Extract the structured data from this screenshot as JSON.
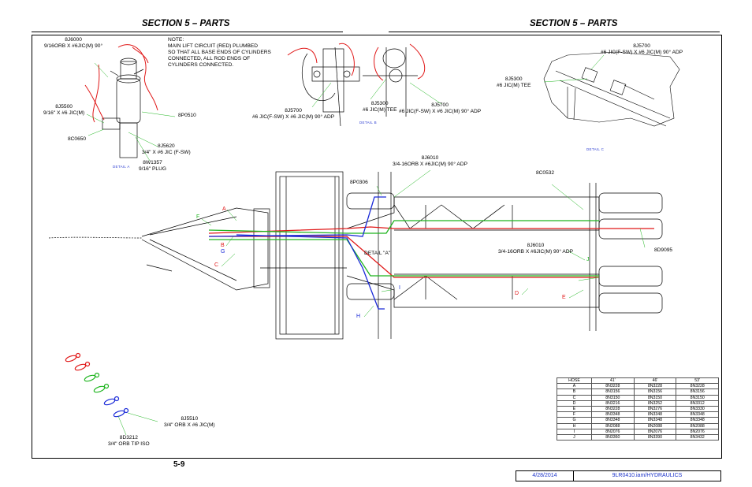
{
  "header": {
    "left_title": "SECTION 5 – PARTS",
    "right_title": "SECTION 5 – PARTS"
  },
  "note": "NOTE:\nMAIN LIFT CIRCUIT (RED) PLUMBED\nSO THAT ALL BASE ENDS OF CYLINDERS\nCONNECTED, ALL ROD ENDS OF\nCYLINDERS CONNECTED.",
  "callouts": {
    "c_8j6000": "8J6000\n9/16ORB X #6JIC(M) 90°",
    "c_8j5500": "8J5500\n9/16\" X #6 JIC(M)",
    "c_8p0510": "8P0510",
    "c_8c0650": "8C0650",
    "c_8j5620": "8J5620\n3/4\" X #6 JIC (F-SW)",
    "c_8w1357": "8W1357\n9/16\" PLUG",
    "c_8j5700_a": "8J5700\n#6 JIC(F-SW) X #6 JIC(M) 90° ADP",
    "c_8j5300_a": "8J5300\n#6 JIC(M) TEE",
    "c_8j5700_b": "8J5700\n#6 JIC(F-SW) X #6 JIC(M) 90° ADP",
    "c_8j5700_c": "8J5700\n#6 JIC(F-SW) X #6 JIC(M) 90° ADP",
    "c_8j5300_c": "8J5300\n#6 JIC(M) TEE",
    "c_8j6010_a": "8J6010\n3/4-16ORB X #6JIC(M) 90° ADP",
    "c_8p0306": "8P0306",
    "c_8c0532": "8C0532",
    "c_8j6010_b": "8J6010\n3/4-16ORB X #6JIC(M) 90° ADP",
    "c_8d9095": "8D9095",
    "c_detail_a_ref": "DETAIL \"A\"",
    "c_8j5510": "8J5510\n3/4\" ORB X #6 JIC(M)",
    "c_8d3212": "8D3212\n3/4\" ORB TIP ISO"
  },
  "details": {
    "a": "DETAIL A",
    "b": "DETAIL B",
    "c": "DETAIL C"
  },
  "letters": {
    "a": "A",
    "b": "B",
    "c": "C",
    "d": "D",
    "e": "E",
    "f": "F",
    "g": "G",
    "h": "H",
    "i": "I",
    "j": "J"
  },
  "hose_table": {
    "headers": [
      "HOSE",
      "41'",
      "46'",
      "53'"
    ],
    "rows": [
      [
        "A",
        "8N3228",
        "8N3228",
        "8N3228"
      ],
      [
        "B",
        "8N3156",
        "8N3156",
        "8N3156"
      ],
      [
        "C",
        "8N3150",
        "8N3150",
        "8N3150"
      ],
      [
        "D",
        "8N3216",
        "8N3252",
        "8N3312"
      ],
      [
        "E",
        "8N3228",
        "8N3276",
        "8N3330"
      ],
      [
        "F",
        "8N3348",
        "8N3348",
        "8N3348"
      ],
      [
        "G",
        "8N3348",
        "8N3348",
        "8N3348"
      ],
      [
        "H",
        "8N2088",
        "8N2088",
        "8N2088"
      ],
      [
        "I",
        "8N2076",
        "8N2076",
        "8N2076"
      ],
      [
        "J",
        "8N3360",
        "8N3390",
        "8N3432"
      ]
    ]
  },
  "footer": {
    "page": "5-9",
    "date": "4/28/2014",
    "file": "9LR0410.iam/HYDRAULICS"
  },
  "colors": {
    "red": "#e01818",
    "green": "#1fb51f",
    "blue": "#1a2ad8",
    "detail_text": "#2a3bd1"
  }
}
